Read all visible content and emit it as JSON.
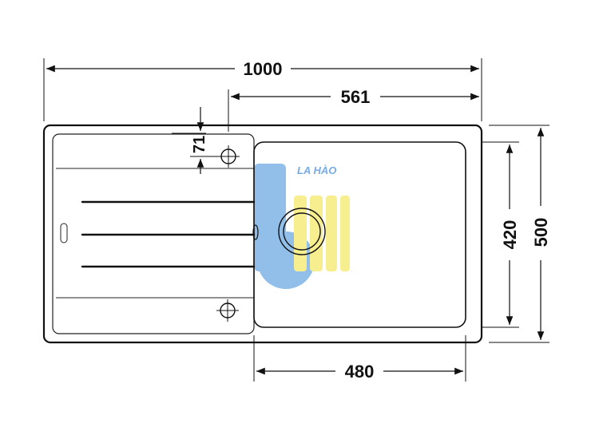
{
  "dimensions": {
    "overall_width": "1000",
    "faucet_offset": "561",
    "faucet_depth": "71",
    "bowl_depth": "420",
    "overall_depth": "500",
    "bowl_width": "480"
  },
  "watermark": {
    "text": "LA HÀO",
    "color_blue": "#4a90d9",
    "color_yellow": "#f5e96a"
  }
}
